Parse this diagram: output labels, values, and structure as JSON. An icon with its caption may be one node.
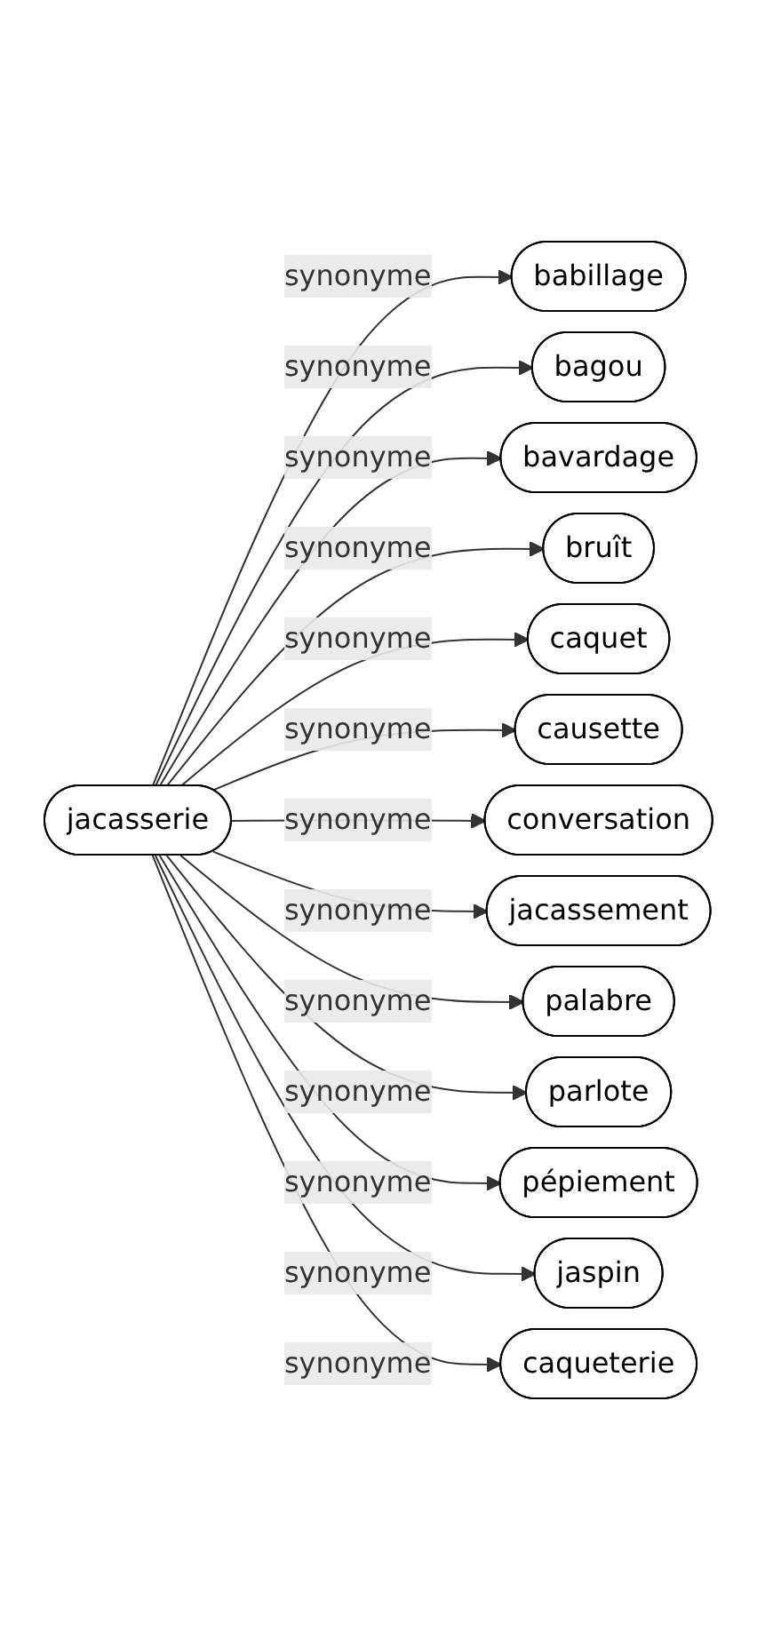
{
  "diagram": {
    "nodes": [
      {
        "text": [
          "jacasserie"
        ]
      },
      {
        "text": [
          "babillage"
        ]
      },
      {
        "text": [
          "bagou"
        ]
      },
      {
        "text": [
          "bavardage"
        ]
      },
      {
        "text": [
          "bruît"
        ]
      },
      {
        "text": [
          "caquet"
        ]
      },
      {
        "text": [
          "causette"
        ]
      },
      {
        "text": [
          "conversation"
        ]
      },
      {
        "text": [
          "jacassement"
        ]
      },
      {
        "text": [
          "palabre"
        ]
      },
      {
        "text": [
          "parlote"
        ]
      },
      {
        "text": [
          "pépiement"
        ]
      },
      {
        "text": [
          "jaspin"
        ]
      },
      {
        "text": [
          "caqueterie"
        ]
      }
    ],
    "edges": [
      {
        "from": 0,
        "to": 1,
        "arrow": "to",
        "label": "synonyme"
      },
      {
        "from": 0,
        "to": 2,
        "arrow": "to",
        "label": "synonyme"
      },
      {
        "from": 0,
        "to": 3,
        "arrow": "to",
        "label": "synonyme"
      },
      {
        "from": 0,
        "to": 4,
        "arrow": "to",
        "label": "synonyme"
      },
      {
        "from": 0,
        "to": 5,
        "arrow": "to",
        "label": "synonyme"
      },
      {
        "from": 0,
        "to": 6,
        "arrow": "to",
        "label": "synonyme"
      },
      {
        "from": 0,
        "to": 7,
        "arrow": "to",
        "label": "synonyme"
      },
      {
        "from": 0,
        "to": 8,
        "arrow": "to",
        "label": "synonyme"
      },
      {
        "from": 0,
        "to": 9,
        "arrow": "to",
        "label": "synonyme"
      },
      {
        "from": 0,
        "to": 10,
        "arrow": "to",
        "label": "synonyme"
      },
      {
        "from": 0,
        "to": 11,
        "arrow": "to",
        "label": "synonyme"
      },
      {
        "from": 0,
        "to": 12,
        "arrow": "to",
        "label": "synonyme"
      },
      {
        "from": 0,
        "to": 13,
        "arrow": "to",
        "label": "synonyme"
      }
    ]
  }
}
